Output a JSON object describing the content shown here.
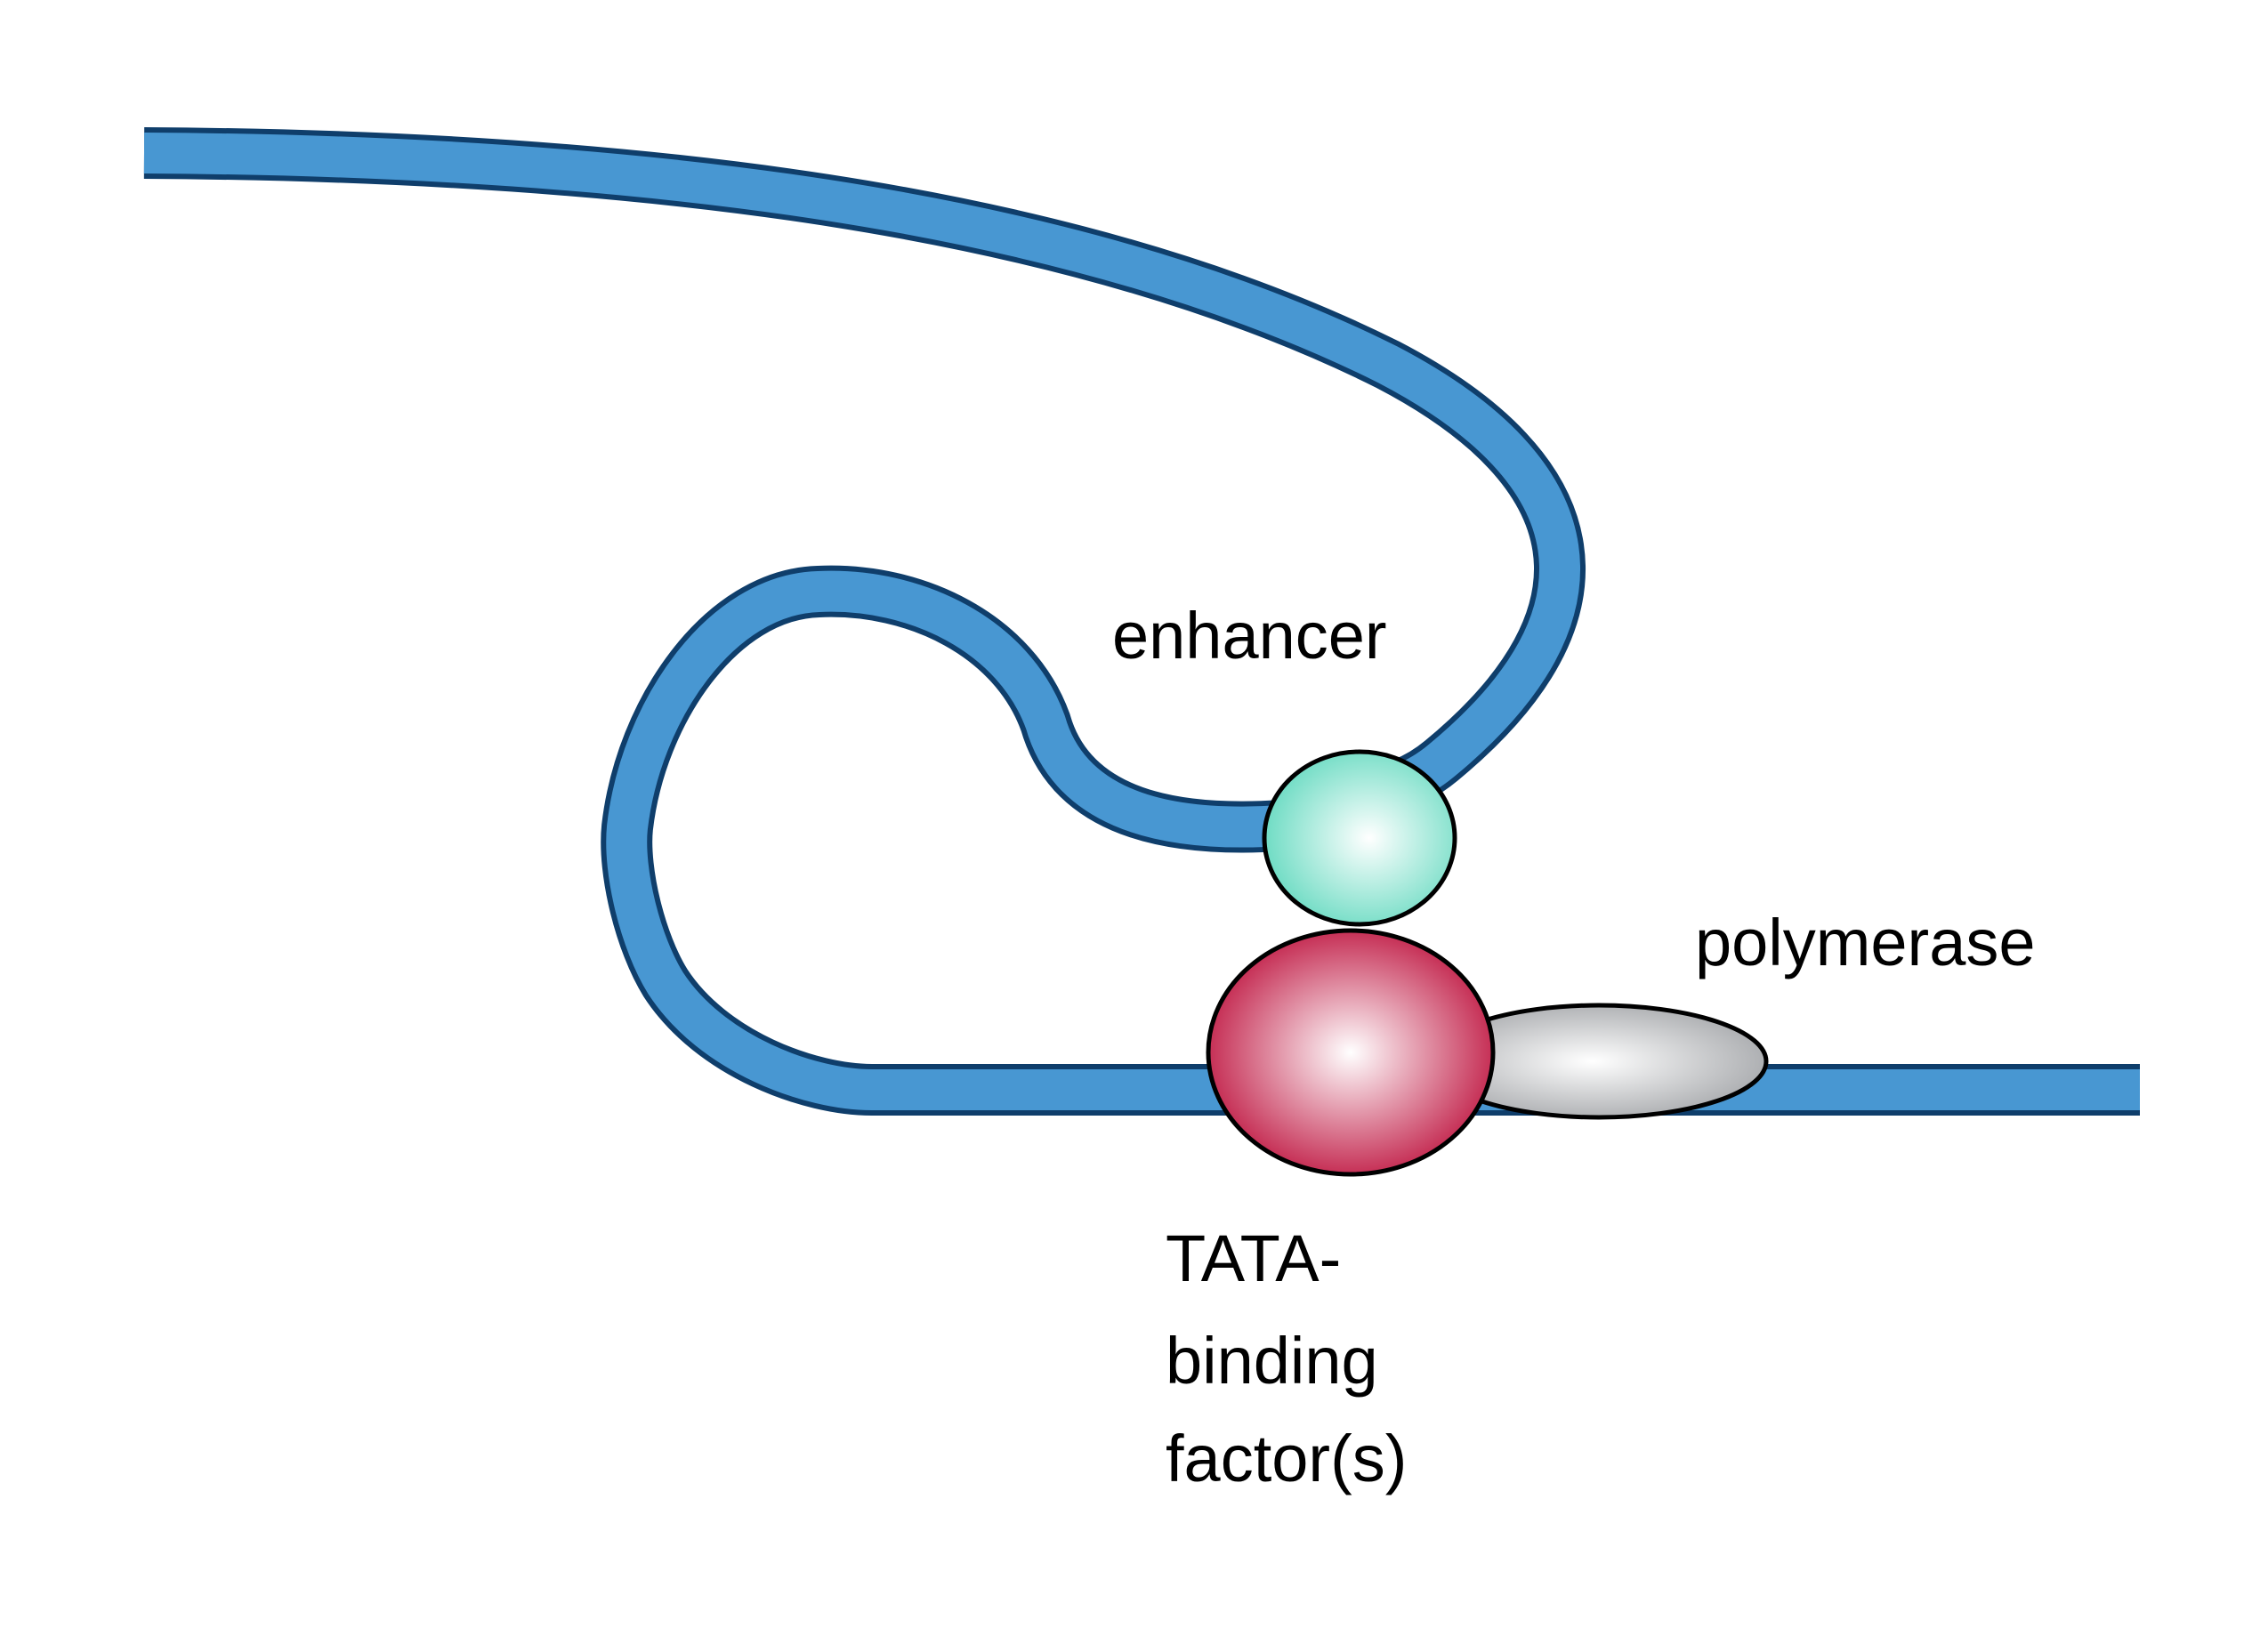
{
  "labels": {
    "enhancer": "enhancer",
    "polymerase": "polymerase",
    "tata_line1": "TATA-",
    "tata_line2": "binding",
    "tata_line3": "factor(s)"
  },
  "colors": {
    "dna_fill": "#4897d2",
    "dna_outline": "#0f3e6b",
    "enhancer_center": "#ffffff",
    "enhancer_edge": "#6fdcc4",
    "tata_center": "#ffffff",
    "tata_edge": "#c01a44",
    "polymerase_center": "#ffffff",
    "polymerase_edge": "#a9abae",
    "shape_outline": "#000000"
  }
}
